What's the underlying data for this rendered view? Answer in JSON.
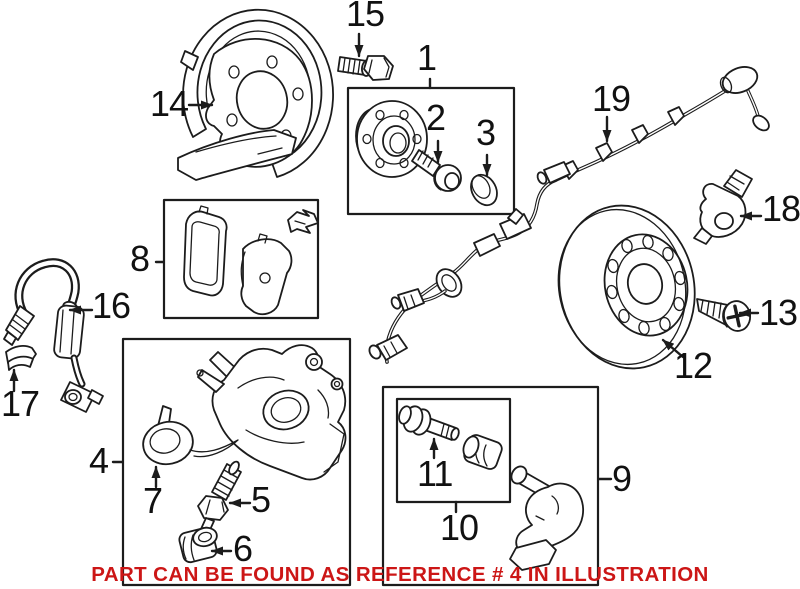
{
  "diagram": {
    "type": "exploded-parts-diagram",
    "subject": "rear disc brake assembly",
    "background_color": "#ffffff",
    "line_color": "#1c1c1c",
    "note": {
      "text": "PART CAN BE FOUND AS REFERENCE # 4 IN ILLUSTRATION",
      "color": "#cc1616"
    },
    "callouts": [
      {
        "number": "1"
      },
      {
        "number": "2"
      },
      {
        "number": "3"
      },
      {
        "number": "4"
      },
      {
        "number": "5"
      },
      {
        "number": "6"
      },
      {
        "number": "7"
      },
      {
        "number": "8"
      },
      {
        "number": "9"
      },
      {
        "number": "10"
      },
      {
        "number": "11"
      },
      {
        "number": "12"
      },
      {
        "number": "13"
      },
      {
        "number": "14"
      },
      {
        "number": "15"
      },
      {
        "number": "16"
      },
      {
        "number": "17"
      },
      {
        "number": "18"
      },
      {
        "number": "19"
      }
    ]
  }
}
